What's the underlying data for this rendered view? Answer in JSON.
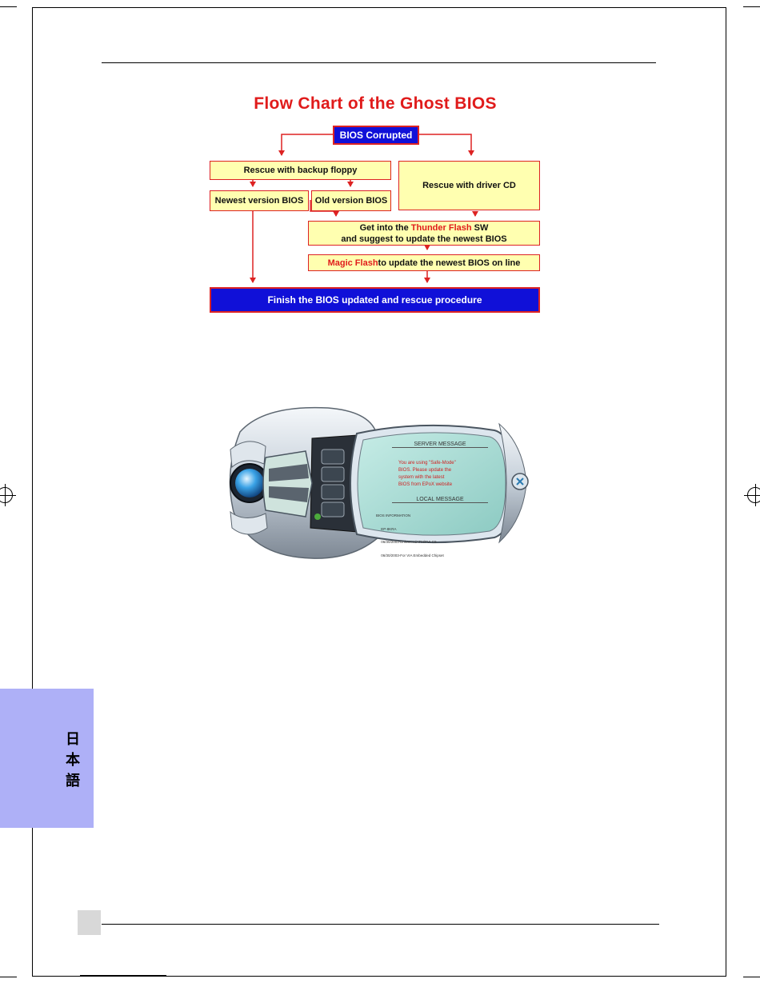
{
  "flowchart": {
    "title": "Flow Chart of the Ghost BIOS",
    "bios_corrupted": "BIOS Corrupted",
    "rescue_floppy": "Rescue  with backup floppy",
    "rescue_cd": "Rescue with driver CD",
    "newest_version": "Newest version BIOS",
    "old_version": "Old version BIOS",
    "thunder_pre": "Get into the ",
    "thunder_hl": "Thunder Flash",
    "thunder_post": " SW",
    "thunder_line2": "and suggest to update the newest BIOS",
    "magic_hl": "Magic Flash",
    "magic_post": " to update the newest BIOS on line",
    "finish": "Finish the BIOS updated and rescue procedure"
  },
  "app_window": {
    "server_heading": "SERVER MESSAGE",
    "server_lines": [
      "You are using \"Safe-Mode\"",
      "BIOS. Please update the",
      "system with the latest",
      "BIOS from EPoX website"
    ],
    "local_heading": "LOCAL MESSAGE",
    "local_lines": [
      "BIOS INFORMATION",
      "     EP-8KRA",
      "     06/30/2003-EnhancedATM/PVI-C9",
      "     06/30/2003-For VIA Embedded Chipset"
    ],
    "colors": {
      "screen": "#a8dcd4",
      "server_text": "#d02020",
      "body": "#c8d2dc",
      "dark": "#2a3038"
    }
  },
  "sidebar_tab": {
    "label": [
      "日",
      "本",
      "語"
    ],
    "color": "#aeb0f7"
  }
}
